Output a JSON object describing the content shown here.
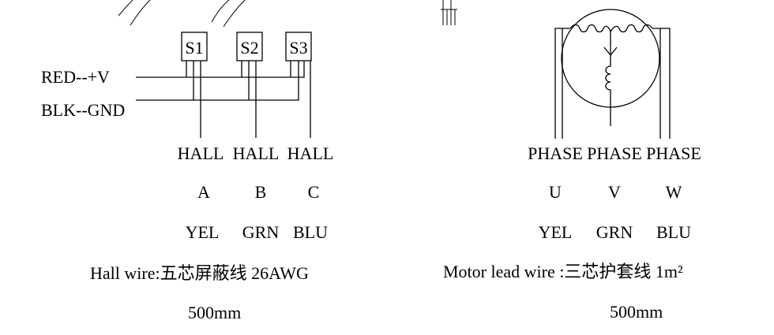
{
  "hall": {
    "sensors": [
      "S1",
      "S2",
      "S3"
    ],
    "power_labels": [
      "RED--+V",
      "BLK--GND"
    ],
    "signals": [
      {
        "name": "HALL",
        "phase": "A",
        "color": "YEL"
      },
      {
        "name": "HALL",
        "phase": "B",
        "color": "GRN"
      },
      {
        "name": "HALL",
        "phase": "C",
        "color": "BLU"
      }
    ],
    "wire_spec": "Hall wire:五芯屏蔽线 26AWG",
    "length": "500mm"
  },
  "motor": {
    "phases": [
      {
        "name": "PHASE",
        "phase": "U",
        "color": "YEL"
      },
      {
        "name": "PHASE",
        "phase": "V",
        "color": "GRN"
      },
      {
        "name": "PHASE",
        "phase": "W",
        "color": "BLU"
      }
    ],
    "wire_spec": "Motor lead wire :三芯护套线 1m²",
    "length": "500mm"
  }
}
